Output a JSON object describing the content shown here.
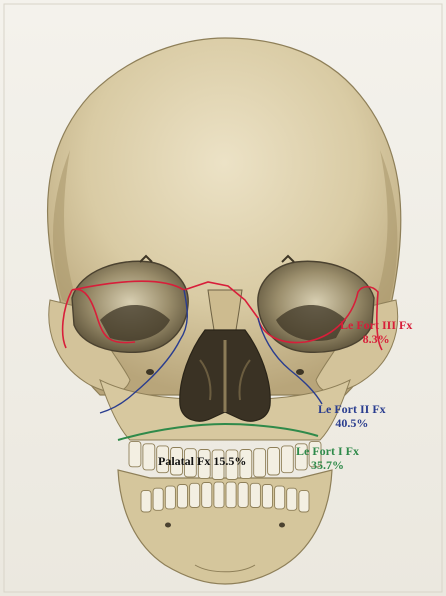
{
  "colors": {
    "le_fort_iii": "#d81e3a",
    "le_fort_ii": "#2a3d8f",
    "le_fort_i": "#2f8a4a",
    "palatal": "#111111"
  },
  "labels": {
    "le_fort_iii_name": "Le Fort III Fx",
    "le_fort_iii_pct": "8.3%",
    "le_fort_ii_name": "Le Fort II Fx",
    "le_fort_ii_pct": "40.5%",
    "le_fort_i_name": "Le Fort I Fx",
    "le_fort_i_pct": "35.7%",
    "palatal": "Palatal Fx 15.5%"
  }
}
